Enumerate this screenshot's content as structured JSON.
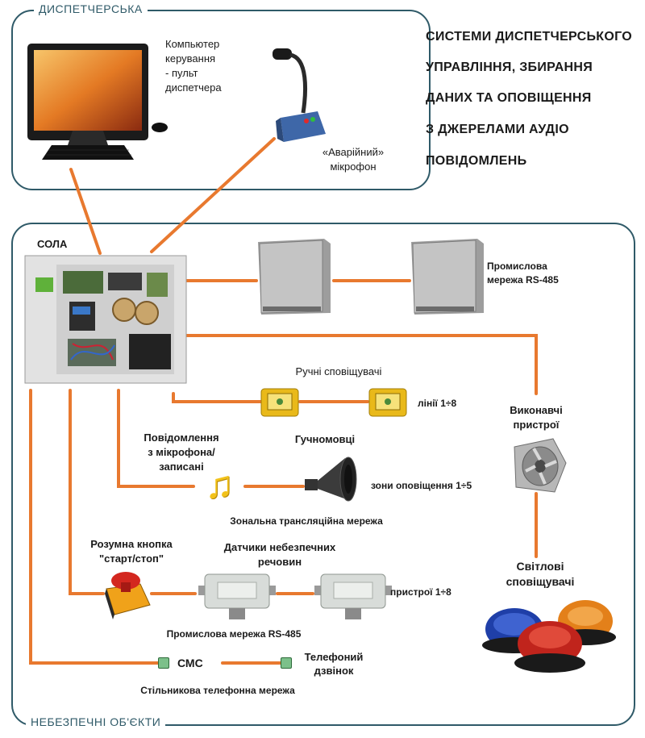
{
  "panels": {
    "dispatch": "ДИСПЕТЧЕРСЬКА",
    "objects": "НЕБЕЗПЕЧНІ ОБ'ЄКТИ"
  },
  "title_lines": [
    "СИСТЕМИ ДИСПЕТЧЕРСЬКОГО",
    "УПРАВЛІННЯ, ЗБИРАННЯ",
    "ДАНИХ ТА ОПОВІЩЕННЯ",
    "З ДЖЕРЕЛАМИ АУДІО",
    "ПОВІДОМЛЕНЬ"
  ],
  "labels": {
    "computer": [
      "Компьютер",
      "керування",
      "- пульт",
      "диспетчера"
    ],
    "microphone": [
      "«Аварійний»",
      "мікрофон"
    ],
    "sola": "СОЛА",
    "rs485_top": [
      "Промислова",
      "мережа RS-485"
    ],
    "manual_callpoints": "Ручні сповіщувачі",
    "lines": "лінії 1÷8",
    "actuators": [
      "Виконавчі",
      "пристрої"
    ],
    "messages": [
      "Повідомлення",
      "з мікрофона/",
      "записані"
    ],
    "loudspeakers": "Гучномовці",
    "zones": "зони оповіщення 1÷5",
    "zonal_network": "Зональна трансляційна мережа",
    "smart_button": [
      "Розумна кнопка",
      "\"старт/стоп\""
    ],
    "gas_sensors": [
      "Датчики небезпечних",
      "речовин"
    ],
    "devices": "пристрої 1÷8",
    "light_alarms": [
      "Світлові",
      "сповіщувачі"
    ],
    "rs485_bottom": "Промислова мережа RS-485",
    "sms": "СМС",
    "phone_call": [
      "Телефоний",
      "дзвінок"
    ],
    "cellular": "Стільникова телефонна мережа"
  },
  "colors": {
    "wire": "#e8792f",
    "panel_border": "#2f5a68",
    "beacon_blue": "#1f3fa8",
    "beacon_red": "#c0241c",
    "beacon_orange": "#e3801a"
  },
  "icons": [
    "monitor-icon",
    "microphone-icon",
    "control-cabinet-icon",
    "enclosure-icon",
    "call-point-icon",
    "music-note-icon",
    "horn-speaker-icon",
    "fan-icon",
    "emergency-button-icon",
    "gas-sensor-icon",
    "beacon-icon",
    "sms-icon",
    "phone-icon"
  ]
}
